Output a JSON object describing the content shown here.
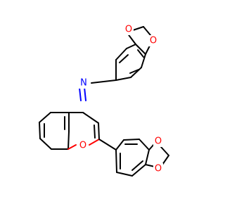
{
  "molecule": {
    "atom_labels": {
      "n1": "N",
      "o_chromene": "O",
      "o_top_a": "O",
      "o_top_b": "O",
      "o_bot_a": "O",
      "o_bot_b": "O"
    },
    "colors": {
      "bond": "#000000",
      "nitrogen": "#0000ff",
      "oxygen": "#ff0000",
      "background": "#ffffff"
    }
  }
}
